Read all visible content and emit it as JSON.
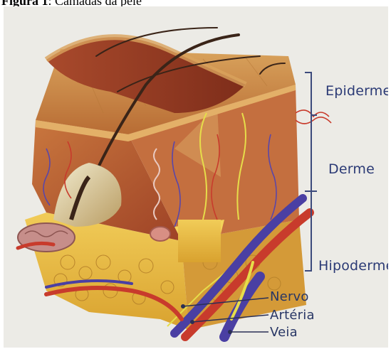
{
  "caption": {
    "prefix": "Figura 1",
    "text": ": Camadas da pele"
  },
  "layers": {
    "epidermis": "Epiderme",
    "dermis": "Derme",
    "hypodermis": "Hipoderme"
  },
  "vessels": {
    "nerve": "Nervo",
    "artery": "Artéria",
    "vein": "Veia"
  },
  "colors": {
    "label_text": "#2b3a75",
    "bracket": "#3c4a7c",
    "epidermis": "#c8813f",
    "dermis": "#b85a35",
    "fat": "#e7bb42",
    "artery": "#c83b2c",
    "vein": "#4a3fa3",
    "nerve": "#e6dd4a"
  }
}
